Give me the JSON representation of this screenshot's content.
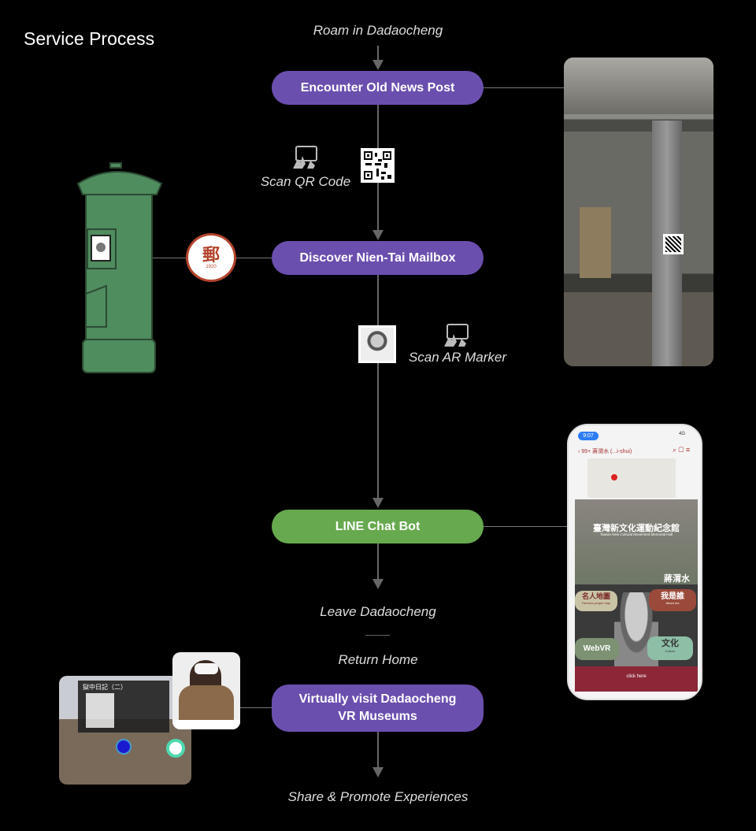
{
  "title": "Service Process",
  "steps": {
    "roam": "Roam in Dadaocheng",
    "encounter": "Encounter Old News Post",
    "scan_qr": "Scan QR Code",
    "discover": "Discover Nien-Tai Mailbox",
    "scan_ar": "Scan AR Marker",
    "line_bot": "LINE Chat Bot",
    "leave": "Leave Dadaocheng",
    "return": "Return Home",
    "vr_line1": "Virtually visit Dadaocheng",
    "vr_line2": "VR Museums",
    "share": "Share & Promote Experiences"
  },
  "logo": {
    "year": "1920"
  },
  "phone": {
    "time": "9:07",
    "signal": "4G",
    "back": "99+",
    "chat_name": "蔣渭水 (...i-shui)",
    "banner_title": "臺灣新文化運動紀念館",
    "banner_sub": "Taiwan New Cultural Movement Memorial Hall",
    "name": "蔣渭水",
    "bubbles": [
      {
        "zh": "名人地圖",
        "en": "Famous people map"
      },
      {
        "zh": "我是誰",
        "en": "About me"
      },
      {
        "zh": "WebVR",
        "en": ""
      },
      {
        "zh": "文化",
        "en": "Culture"
      }
    ],
    "click": "click here"
  },
  "vr": {
    "panel_title": "獄中日記（二）"
  },
  "colors": {
    "purple": "#6b4fae",
    "green": "#67a94e",
    "mailbox": "#4f8c5e"
  }
}
